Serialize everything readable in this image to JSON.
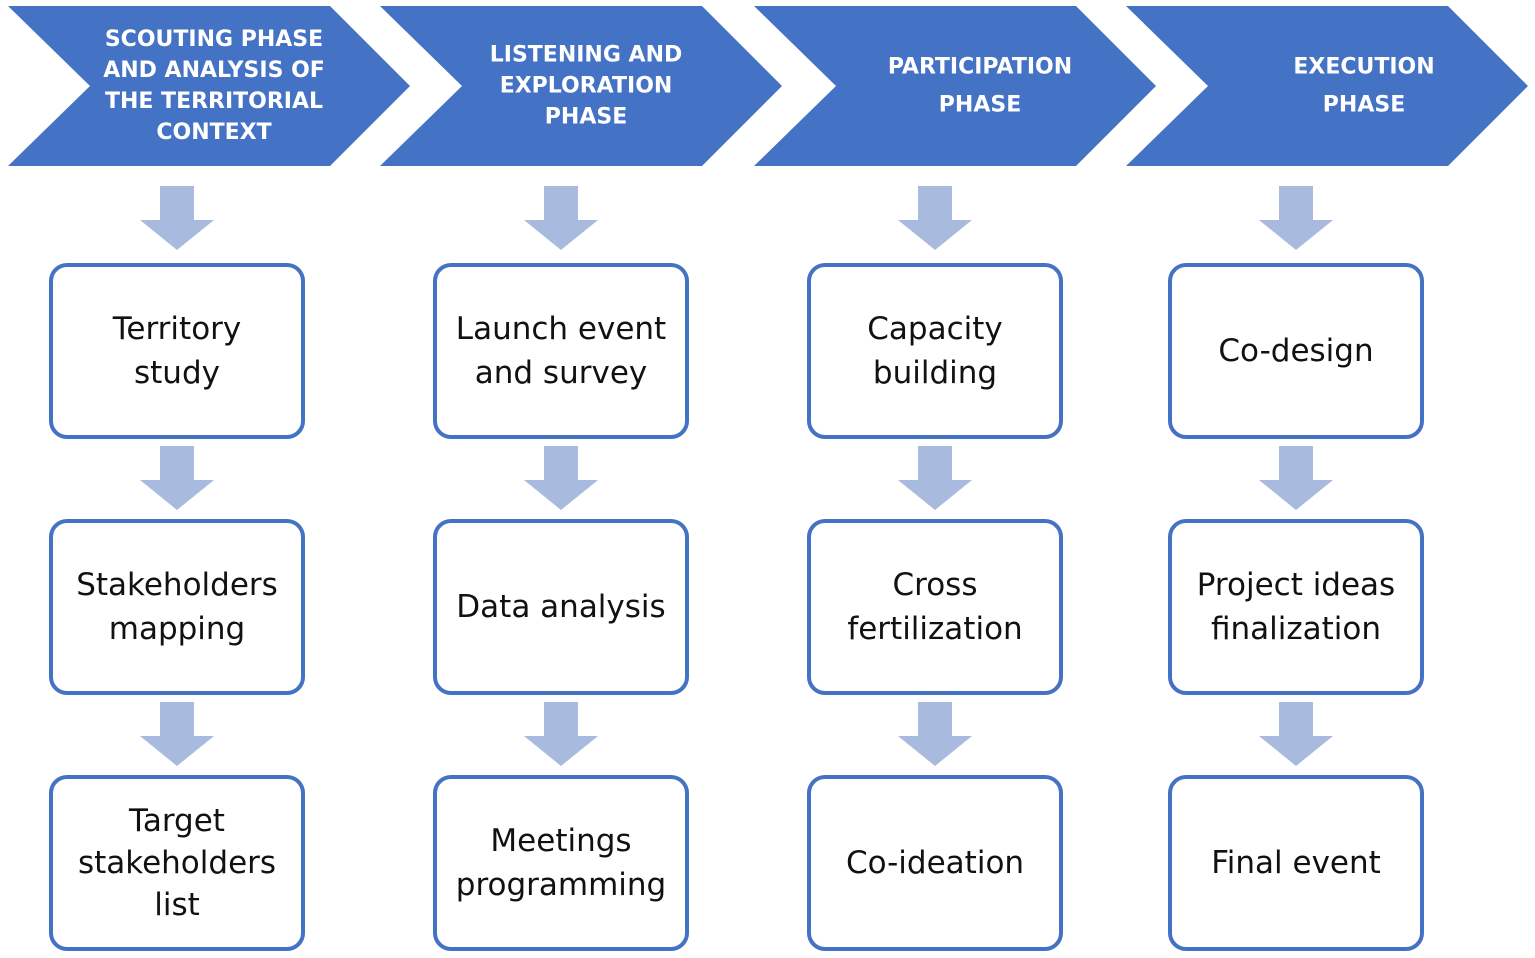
{
  "colors": {
    "chevron_fill": "#4472C4",
    "arrow_fill": "#A9BADF",
    "box_border": "#4472C4",
    "box_fill": "#FFFFFF",
    "text_dark": "#111111",
    "text_light": "#FFFFFF"
  },
  "phases": [
    {
      "title_lines": [
        "SCOUTING PHASE",
        "AND ANALYSIS OF",
        "THE TERRITORIAL",
        "CONTEXT"
      ],
      "steps": [
        {
          "lines": [
            "Territory",
            "study"
          ]
        },
        {
          "lines": [
            "Stakeholders",
            "mapping"
          ]
        },
        {
          "lines": [
            "Target",
            "stakeholders",
            "list"
          ]
        }
      ]
    },
    {
      "title_lines": [
        "LISTENING AND",
        "EXPLORATION",
        "PHASE"
      ],
      "steps": [
        {
          "lines": [
            "Launch event",
            "and survey"
          ]
        },
        {
          "lines": [
            "Data analysis"
          ]
        },
        {
          "lines": [
            "Meetings",
            "programming"
          ]
        }
      ]
    },
    {
      "title_lines": [
        "PARTICIPATION",
        "PHASE"
      ],
      "steps": [
        {
          "lines": [
            "Capacity",
            "building"
          ]
        },
        {
          "lines": [
            "Cross",
            "fertilization"
          ]
        },
        {
          "lines": [
            "Co-ideation"
          ]
        }
      ]
    },
    {
      "title_lines": [
        "EXECUTION",
        "PHASE"
      ],
      "steps": [
        {
          "lines": [
            "Co-design"
          ]
        },
        {
          "lines": [
            "Project ideas",
            "finalization"
          ]
        },
        {
          "lines": [
            "Final event"
          ]
        }
      ]
    }
  ]
}
